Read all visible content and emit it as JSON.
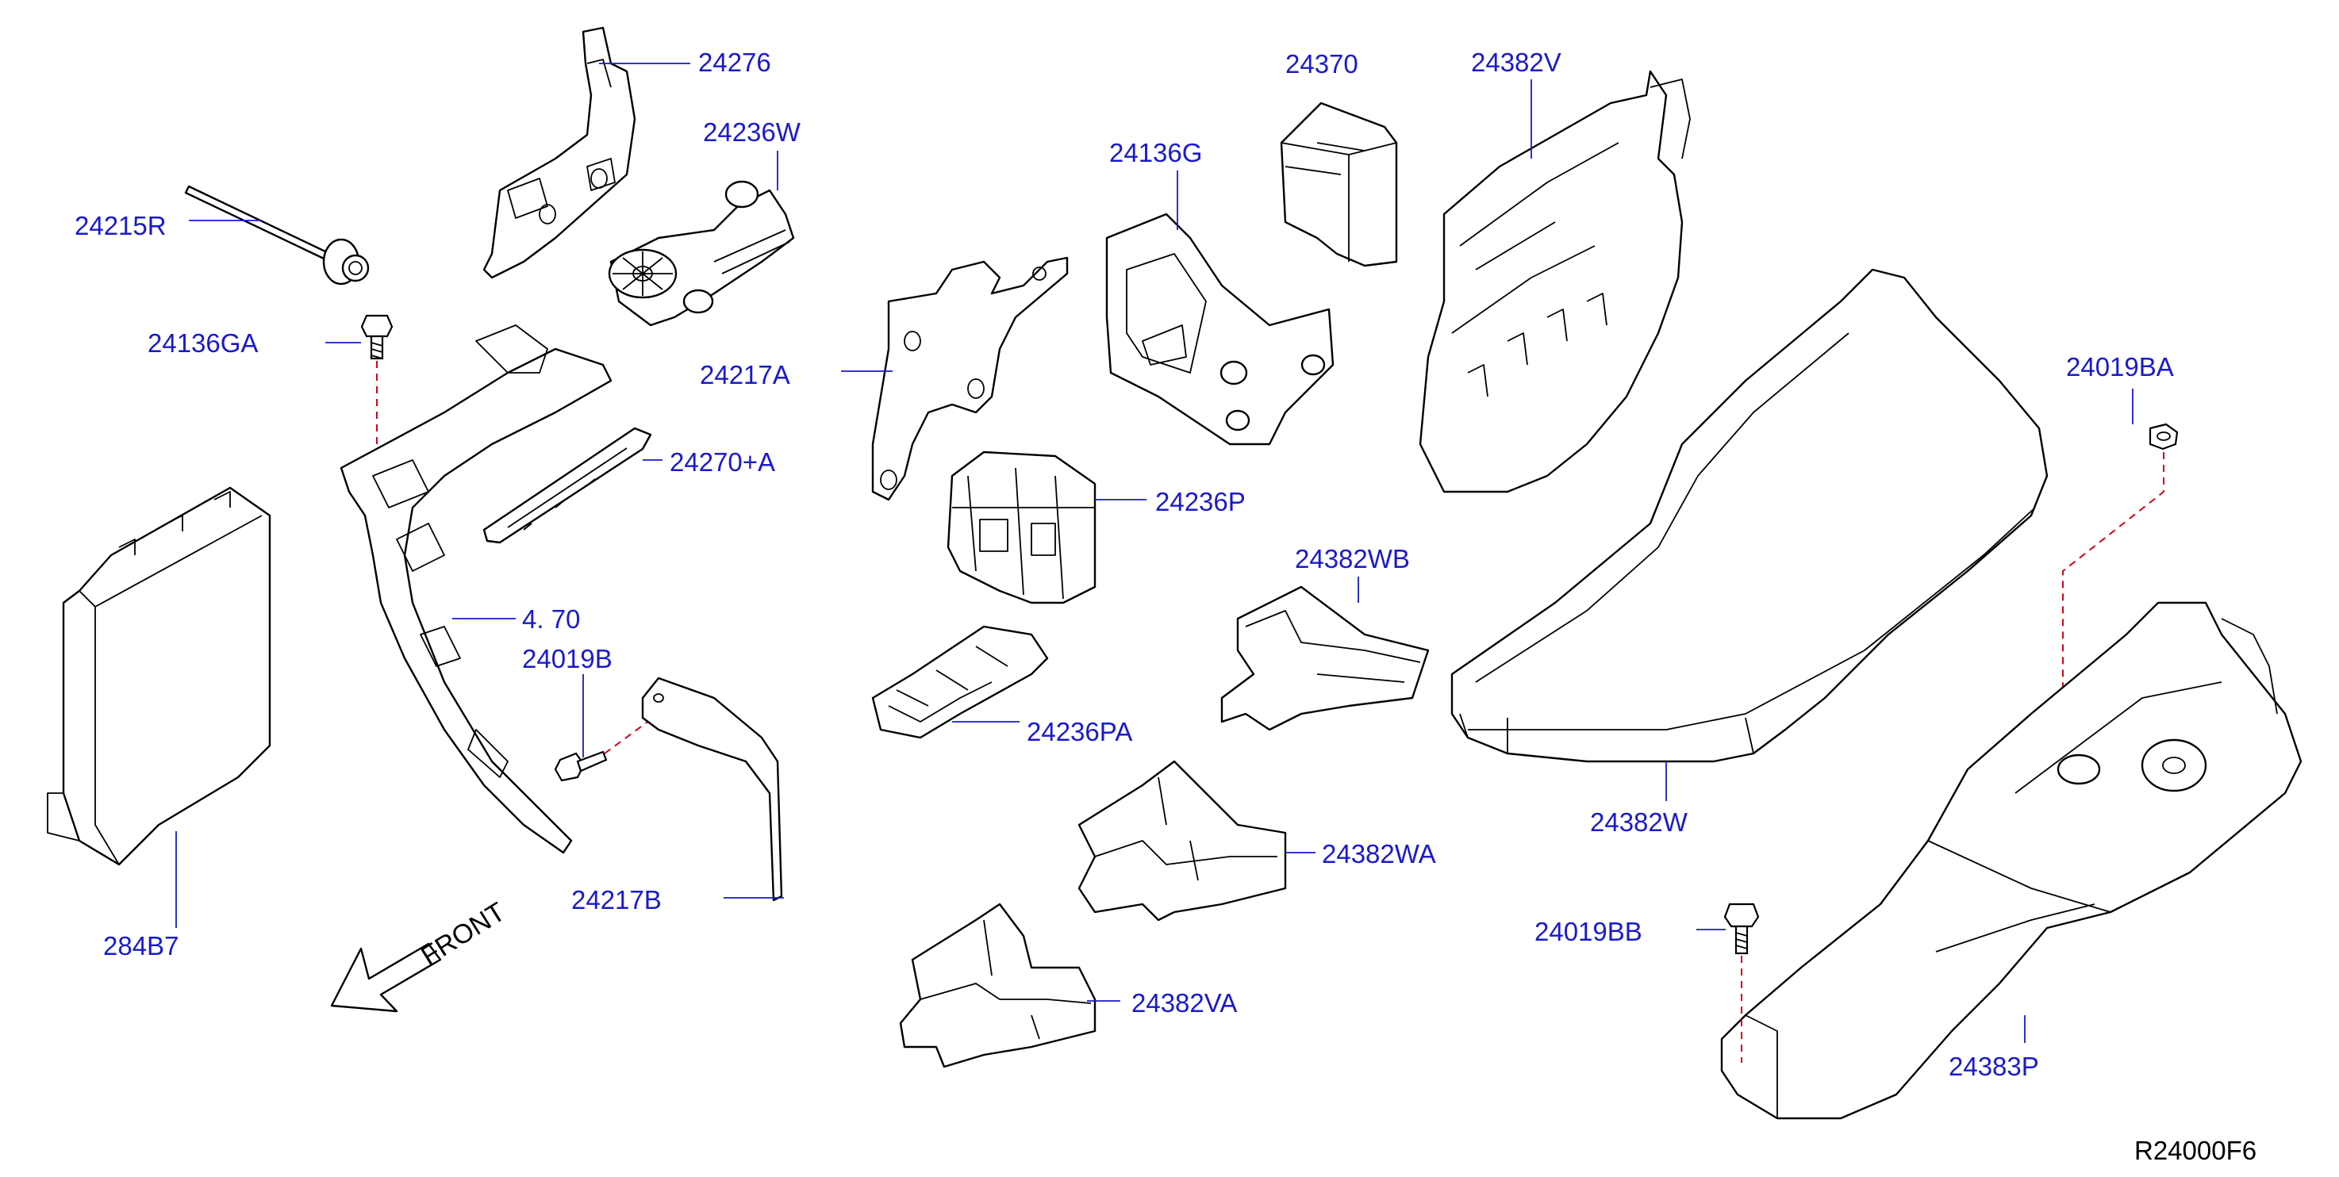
{
  "colors": {
    "label": "#1a1acc",
    "line": "#000000",
    "centerline": "#d0021b"
  },
  "labels": {
    "l24276": "24276",
    "l24236W": "24236W",
    "l24215R": "24215R",
    "l24136GA": "24136GA",
    "l24270A": "24270+A",
    "l24270": "4. 70",
    "l24019B": "24019B",
    "l24217B": "24217B",
    "l284B7": "284B7",
    "l24370": "24370",
    "l24136G": "24136G",
    "l24217A": "24217A",
    "l24236P": "24236P",
    "l24236PA": "24236PA",
    "l24382V": "24382V",
    "l24382WB": "24382WB",
    "l24382WA": "24382WA",
    "l24382VA": "24382VA",
    "l24382W": "24382W",
    "l24019BA": "24019BA",
    "l24019BB": "24019BB",
    "l24383P": "24383P"
  },
  "front_text": "FRONT",
  "reference_code": "R24000F6"
}
